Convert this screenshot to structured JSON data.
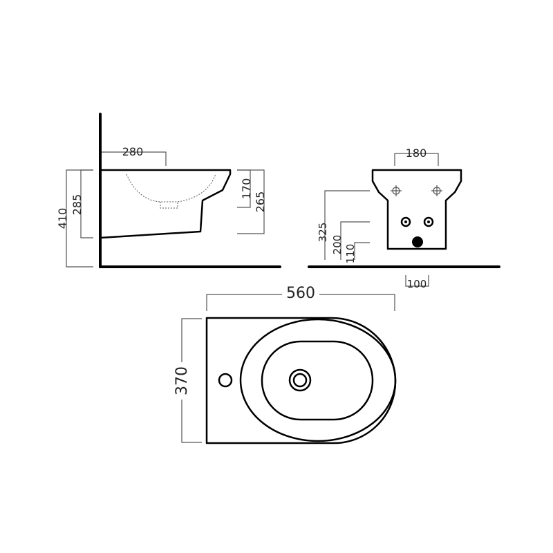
{
  "side_view": {
    "depth_to_drain": "280",
    "total_height": "410",
    "bowl_bottom_height": "285",
    "rim_to_waste": "170",
    "rim_depth": "265"
  },
  "front_view": {
    "fixing_spacing": "180",
    "top_fixing_height": "325",
    "water_inlet_height": "200",
    "waste_height": "110",
    "waste_offset": "100"
  },
  "top_view": {
    "length": "560",
    "width": "370"
  },
  "colors": {
    "line": "#000000",
    "dimension": "#555555",
    "text": "#222222"
  }
}
